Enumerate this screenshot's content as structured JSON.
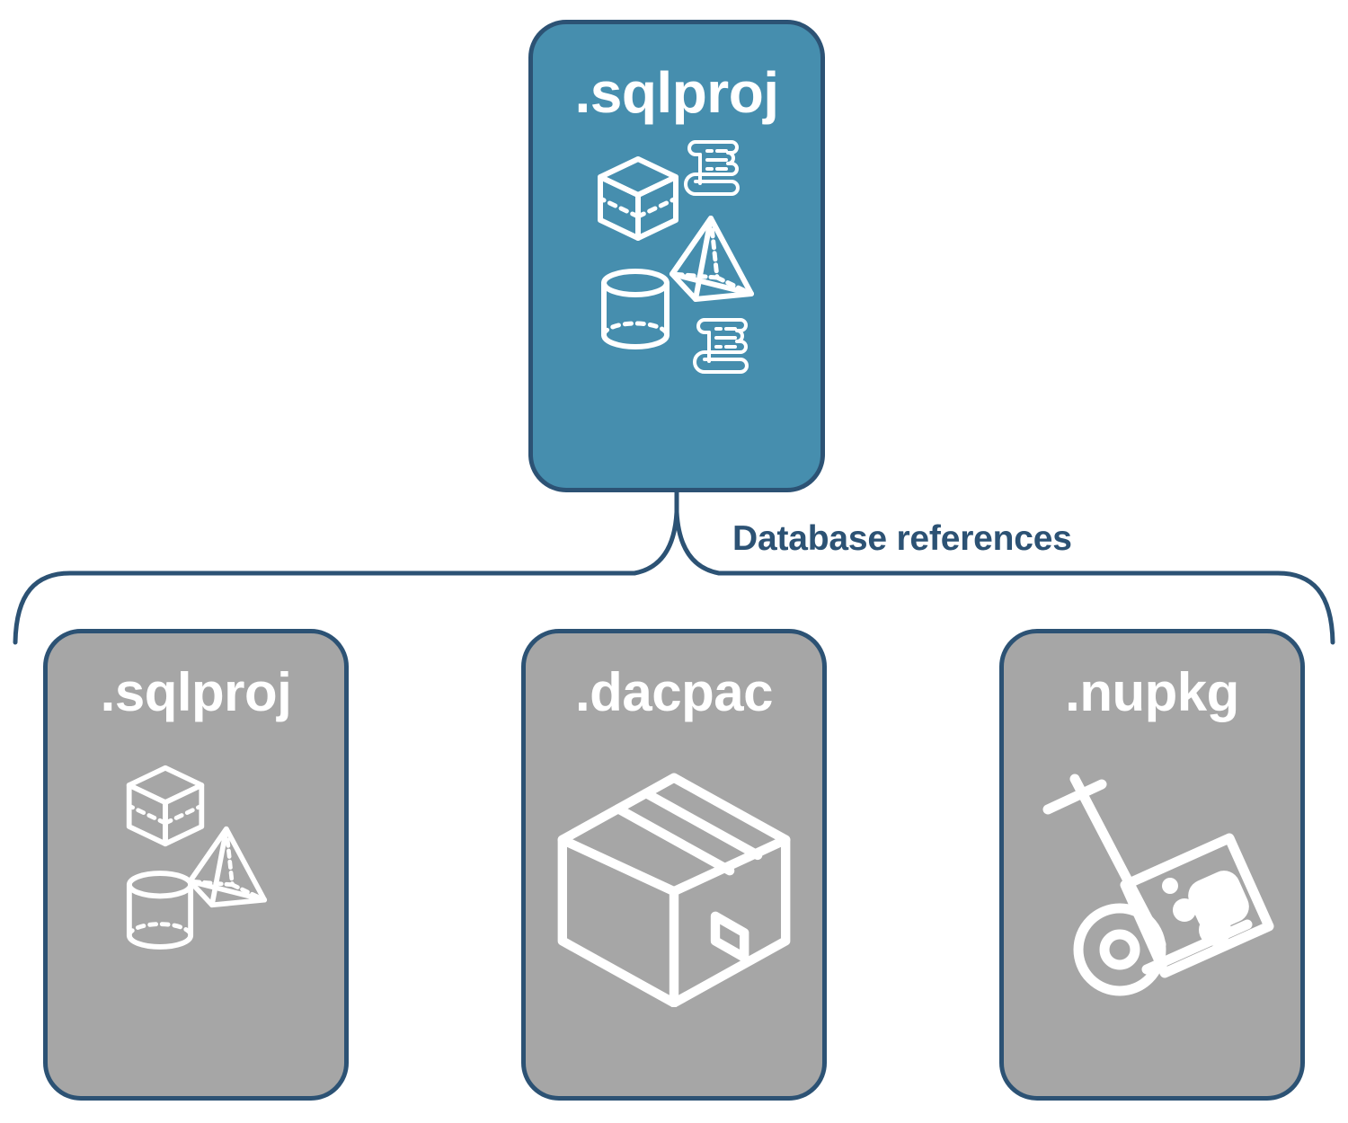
{
  "diagram": {
    "title_root": ".sqlproj",
    "connector_label": "Database references",
    "colors": {
      "root_card_fill": "#468EAE",
      "reference_card_fill": "#A6A6A6",
      "border": "#2C5274",
      "label_text": "#2C5274",
      "icon_stroke": "#FFFFFF",
      "background": "#FFFFFF"
    },
    "root_card": {
      "label": ".sqlproj",
      "icons": [
        "cube-icon",
        "scroll-icon",
        "pyramid-icon",
        "cylinder-icon",
        "scroll-icon"
      ]
    },
    "reference_cards": [
      {
        "label": ".sqlproj",
        "icons": [
          "cube-icon",
          "pyramid-icon",
          "cylinder-icon"
        ]
      },
      {
        "label": ".dacpac",
        "icons": [
          "package-box-icon"
        ]
      },
      {
        "label": ".nupkg",
        "icons": [
          "hand-truck-icon",
          "nuget-package-icon"
        ]
      }
    ]
  }
}
